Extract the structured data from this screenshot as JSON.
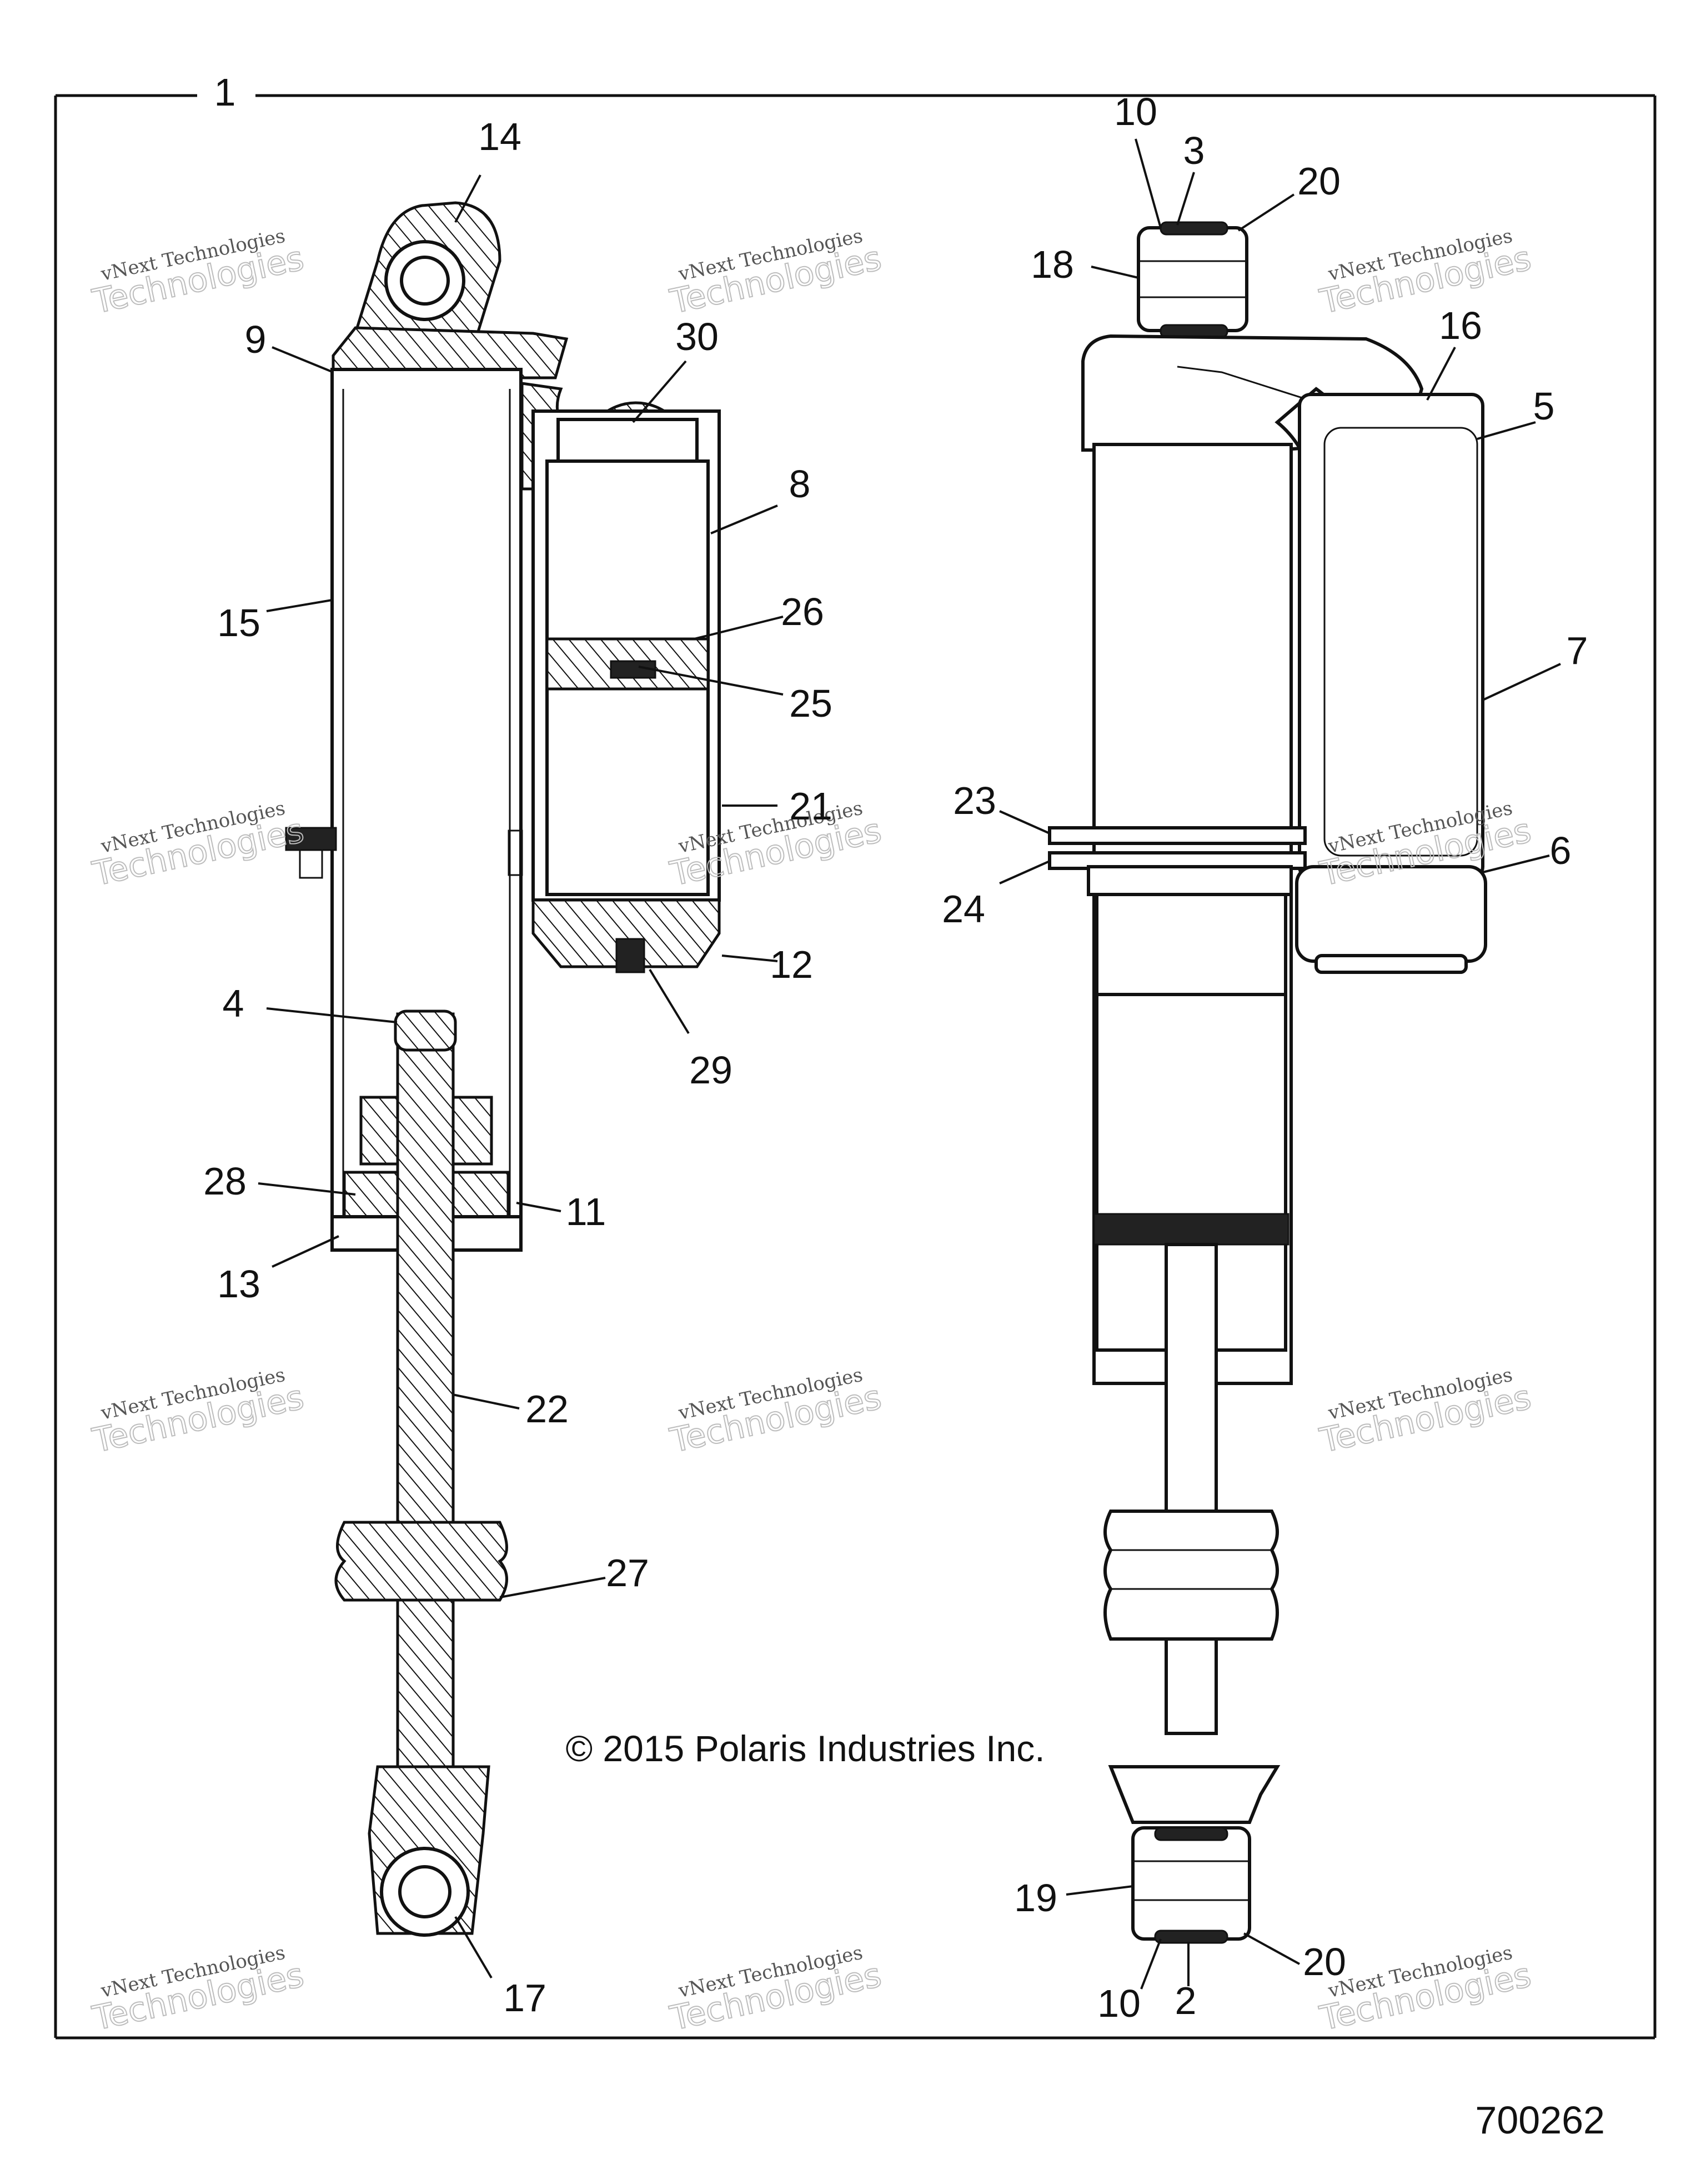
{
  "figure": {
    "figure_number": "700262",
    "copyright": "© 2015 Polaris Industries Inc.",
    "assembly_callout": "1"
  },
  "watermark": {
    "line1": "vNext Technologies",
    "line2": "vNext Technologies",
    "line3": "Technologies"
  },
  "callouts": {
    "c1": "1",
    "c2": "2",
    "c3": "3",
    "c4": "4",
    "c5": "5",
    "c6": "6",
    "c7": "7",
    "c8": "8",
    "c9": "9",
    "c10a": "10",
    "c10b": "10",
    "c11": "11",
    "c12": "12",
    "c13": "13",
    "c14": "14",
    "c15": "15",
    "c16": "16",
    "c17": "17",
    "c18": "18",
    "c19": "19",
    "c20a": "20",
    "c20b": "20",
    "c21": "21",
    "c22": "22",
    "c23": "23",
    "c24": "24",
    "c25": "25",
    "c26": "26",
    "c27": "27",
    "c28": "28",
    "c29": "29",
    "c30": "30"
  }
}
